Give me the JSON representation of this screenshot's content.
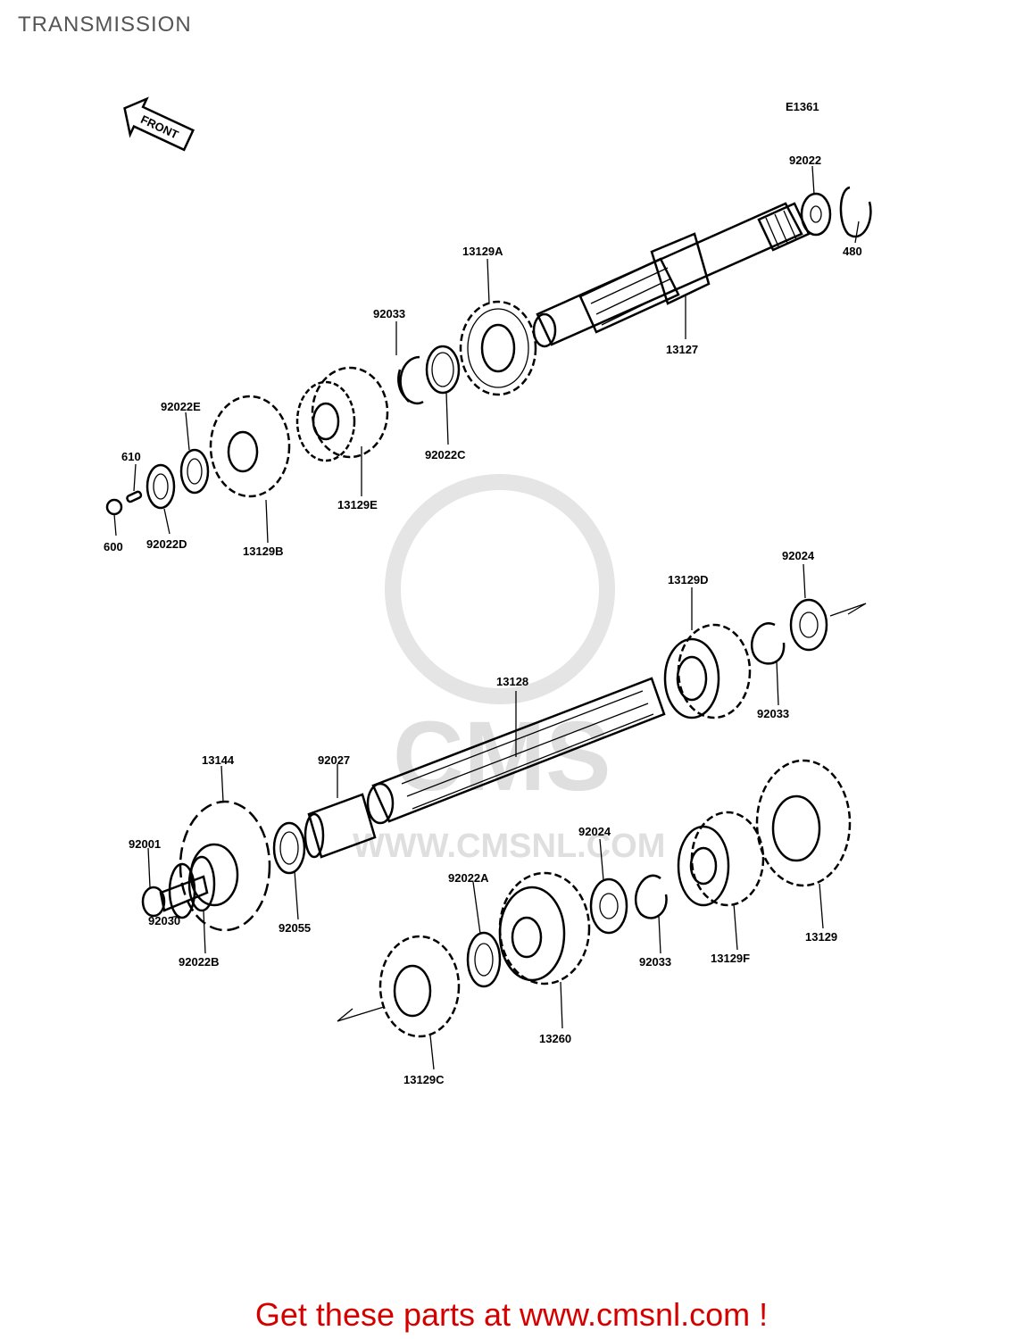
{
  "page": {
    "title": "TRANSMISSION",
    "diagram_code": "E1361",
    "front_label": "FRONT",
    "watermark_brand": "CMS",
    "watermark_url": "WWW.CMSNL.COM",
    "footer": "Get these parts at www.cmsnl.com !",
    "footer_color": "#d40000"
  },
  "parts": {
    "p92022": "92022",
    "p480": "480",
    "p13129A": "13129A",
    "p13127": "13127",
    "p92033_top": "92033",
    "p92022C": "92022C",
    "p92022E": "92022E",
    "p610": "610",
    "p600": "600",
    "p92022D": "92022D",
    "p13129B": "13129B",
    "p13129E": "13129E",
    "p13129D": "13129D",
    "p92024_top": "92024",
    "p92033_mid": "92033",
    "p13128": "13128",
    "p13144": "13144",
    "p92027": "92027",
    "p92001": "92001",
    "p92030": "92030",
    "p92022B": "92022B",
    "p92055": "92055",
    "p92024_low": "92024",
    "p92022A": "92022A",
    "p92033_low": "92033",
    "p13129F": "13129F",
    "p13129": "13129",
    "p13260": "13260",
    "p13129C": "13129C"
  }
}
